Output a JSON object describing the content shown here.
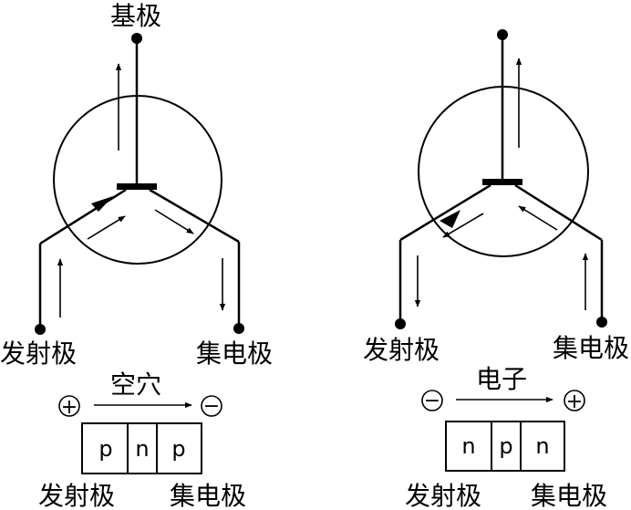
{
  "left": {
    "base_label": "基极",
    "emitter_label": "发射极",
    "collector_label": "集电极",
    "carrier_label": "空穴",
    "sign_left": "+",
    "sign_right": "−",
    "layers": [
      "p",
      "n",
      "p"
    ],
    "bottom_left_label": "发射极",
    "bottom_right_label": "集电极"
  },
  "right": {
    "emitter_label": "发射极",
    "collector_label": "集电极",
    "carrier_label": "电子",
    "sign_left": "−",
    "sign_right": "+",
    "layers": [
      "n",
      "p",
      "n"
    ],
    "bottom_left_label": "发射极",
    "bottom_right_label": "集电极"
  }
}
